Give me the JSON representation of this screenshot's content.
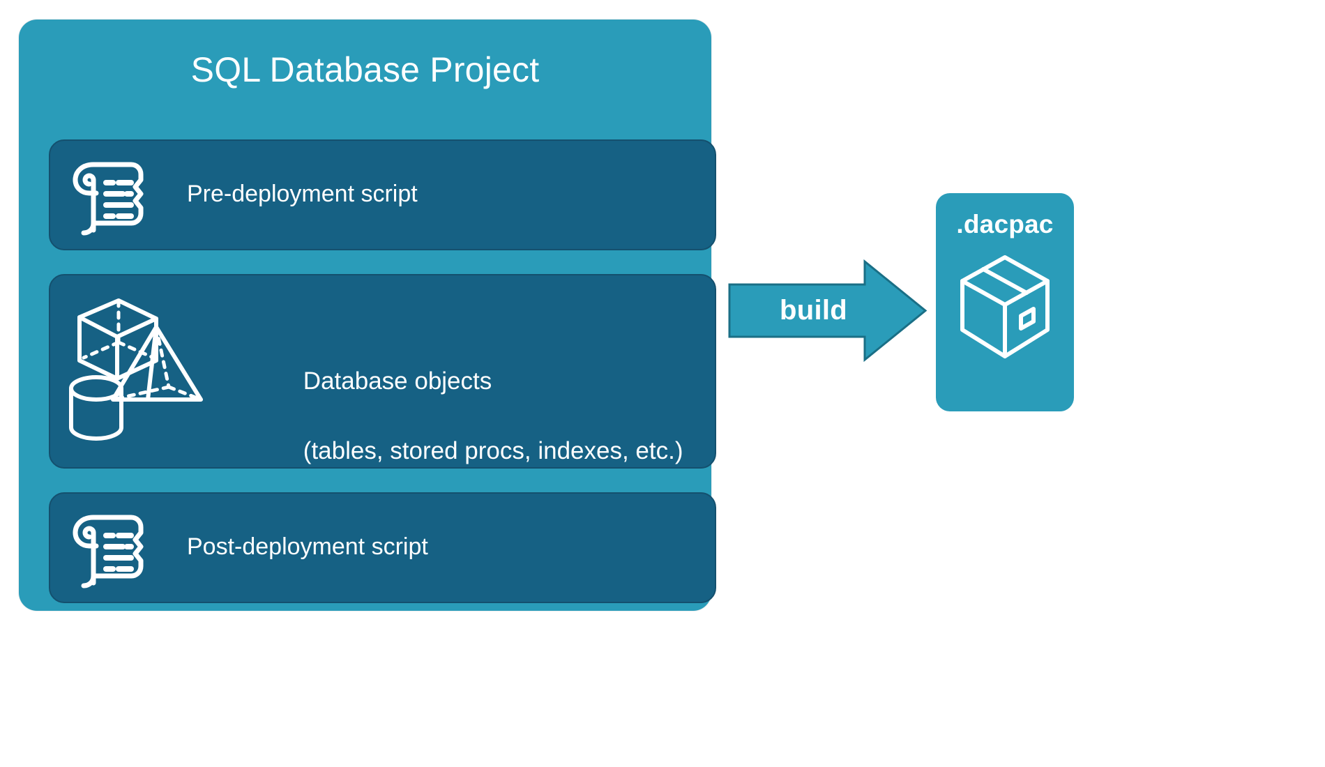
{
  "diagram": {
    "title": "SQL Database Project build to dacpac",
    "background_color": "#ffffff",
    "accent_color": "#2a9cb9",
    "card_color": "#166184",
    "text_color": "#ffffff"
  },
  "project": {
    "title": "SQL Database Project",
    "cards": [
      {
        "id": "pre-deployment",
        "label": "Pre-deployment script",
        "icon": "scroll-icon"
      },
      {
        "id": "database-objects",
        "label": "Database objects\n(tables, stored procs, indexes, etc.)",
        "line1": "Database objects",
        "line2": "(tables, stored procs, indexes, etc.)",
        "icon": "3d-shapes-icon"
      },
      {
        "id": "post-deployment",
        "label": "Post-deployment script",
        "icon": "scroll-icon"
      }
    ]
  },
  "arrow": {
    "label": "build",
    "fill": "#2a9cb9",
    "stroke": "#1a6f86",
    "direction": "right"
  },
  "output": {
    "title": ".dacpac",
    "icon": "package-box-icon",
    "fill": "#2a9cb9"
  }
}
